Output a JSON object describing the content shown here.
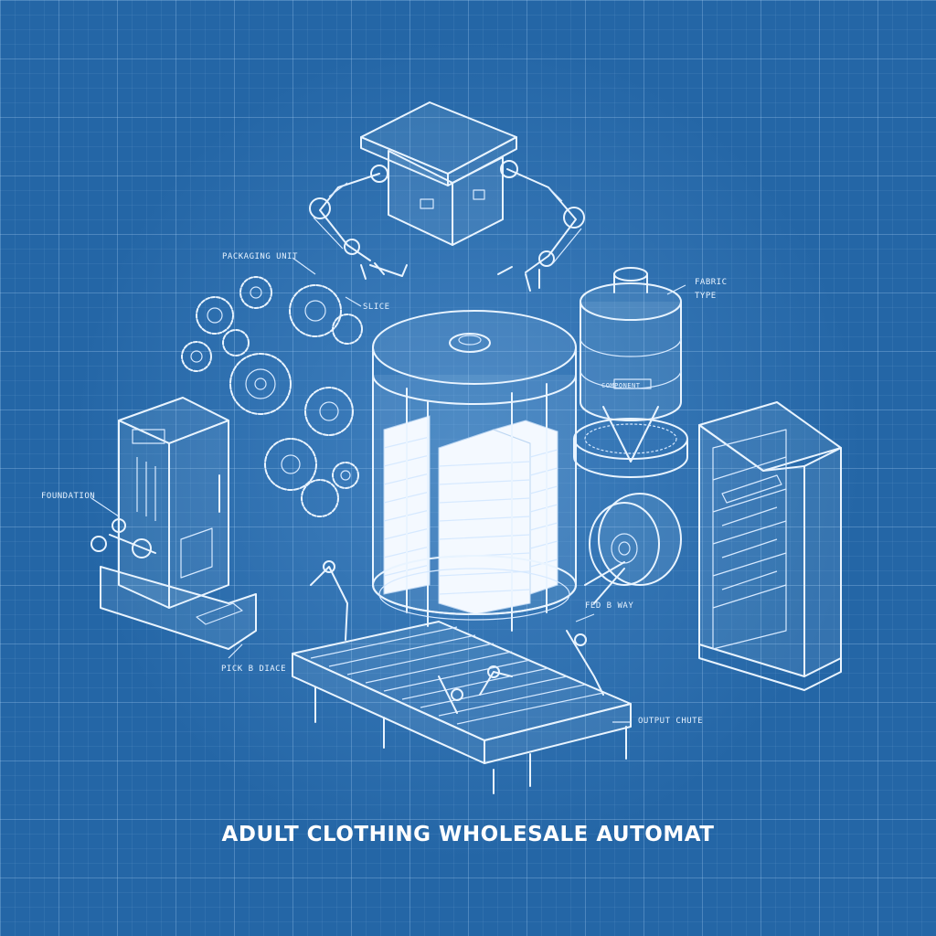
{
  "title": "ADULT CLOTHING WHOLESALE AUTOMAT",
  "labels": {
    "packaging_unit": "PACKAGING UNIT",
    "slice": "SLICE",
    "fabric_type": "FABRIC\nTYPE",
    "component": "COMPONENT",
    "foundation": "FOUNDATION",
    "pick_place": "PICK B DIACE",
    "feed_way": "FED B WAY",
    "output_chute": "OUTPUT CHUTE"
  },
  "colors": {
    "background": "#2466a6",
    "line": "#e9f4ff"
  }
}
